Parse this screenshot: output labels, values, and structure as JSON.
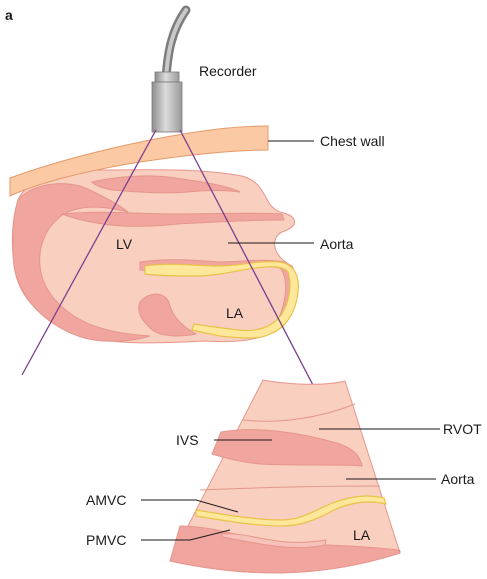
{
  "figure": {
    "panel_letter": "a",
    "labels": {
      "recorder": "Recorder",
      "chest_wall": "Chest wall",
      "lv": "LV",
      "aorta_top": "Aorta",
      "la_top": "LA",
      "ivs": "IVS",
      "rvot": "RVOT",
      "aorta_bottom": "Aorta",
      "amvc": "AMVC",
      "pmvc": "PMVC",
      "la_bottom": "LA"
    }
  },
  "colors": {
    "tissue_fill": "#f9cfbf",
    "tissue_stroke": "#e6968c",
    "myocardium_fill": "#f0a59f",
    "chest_wall_fill": "#fbc9a3",
    "chest_wall_stroke": "#e59a6a",
    "valve_fill": "#fde79a",
    "valve_stroke": "#e8c24a",
    "beam_line": "#7a3f8f",
    "probe": "#b5b5b5"
  }
}
